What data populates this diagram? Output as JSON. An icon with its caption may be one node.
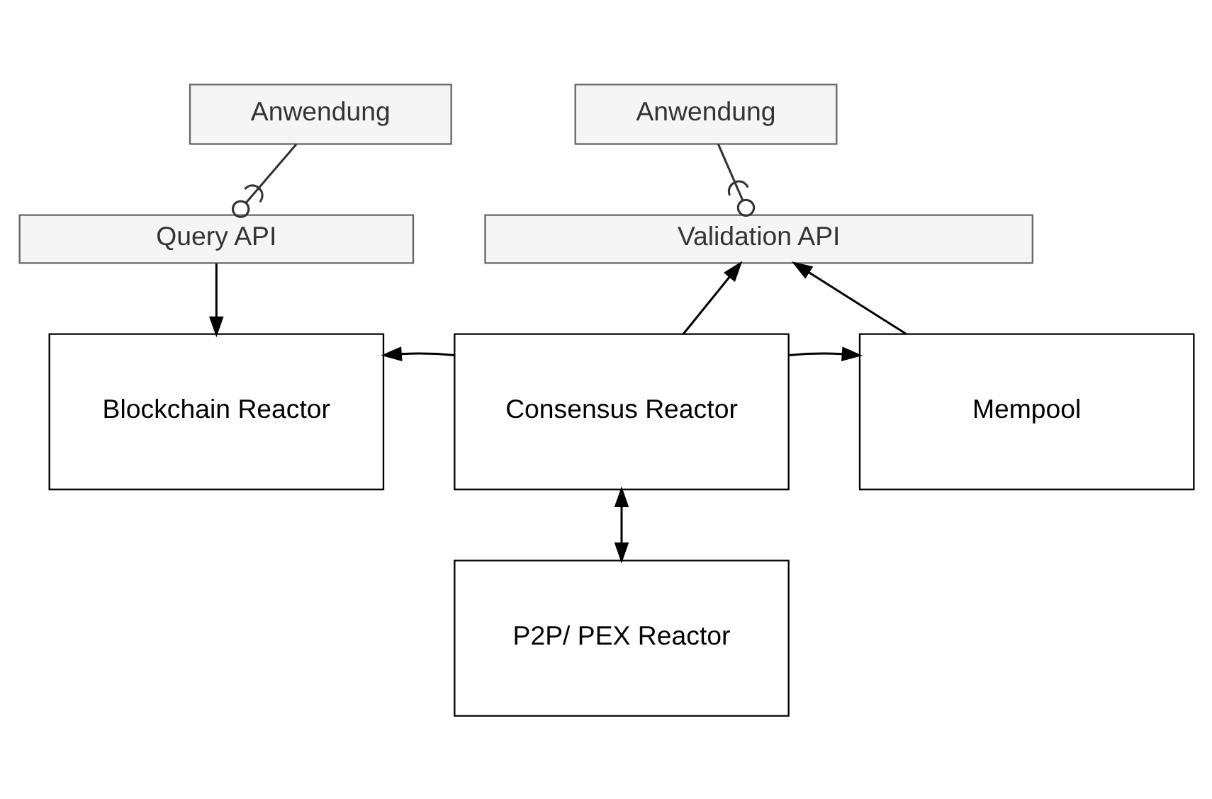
{
  "diagram": {
    "nodes": [
      {
        "text": [
          "Anwendung"
        ]
      },
      {
        "text": [
          "Query API"
        ]
      },
      {
        "text": [
          "Anwendung"
        ]
      },
      {
        "text": [
          "Validation API"
        ]
      },
      {
        "text": [
          "Blockchain Reactor"
        ]
      },
      {
        "text": [
          "Consensus Reactor"
        ]
      },
      {
        "text": [
          "Mempool"
        ]
      },
      {
        "text": [
          "P2P/ PEX Reactor"
        ]
      }
    ],
    "edges": [
      {
        "from": 0,
        "to": 1,
        "arrow": "other"
      },
      {
        "from": 2,
        "to": 3,
        "arrow": "other"
      },
      {
        "from": 1,
        "to": 4,
        "arrow": "to"
      },
      {
        "from": 5,
        "to": 3,
        "arrow": "to"
      },
      {
        "from": 6,
        "to": 3,
        "arrow": "to"
      },
      {
        "from": 5,
        "to": 4,
        "arrow": "to"
      },
      {
        "from": 5,
        "to": 6,
        "arrow": "to"
      },
      {
        "from": 5,
        "to": 7,
        "arrow": "both"
      }
    ]
  }
}
